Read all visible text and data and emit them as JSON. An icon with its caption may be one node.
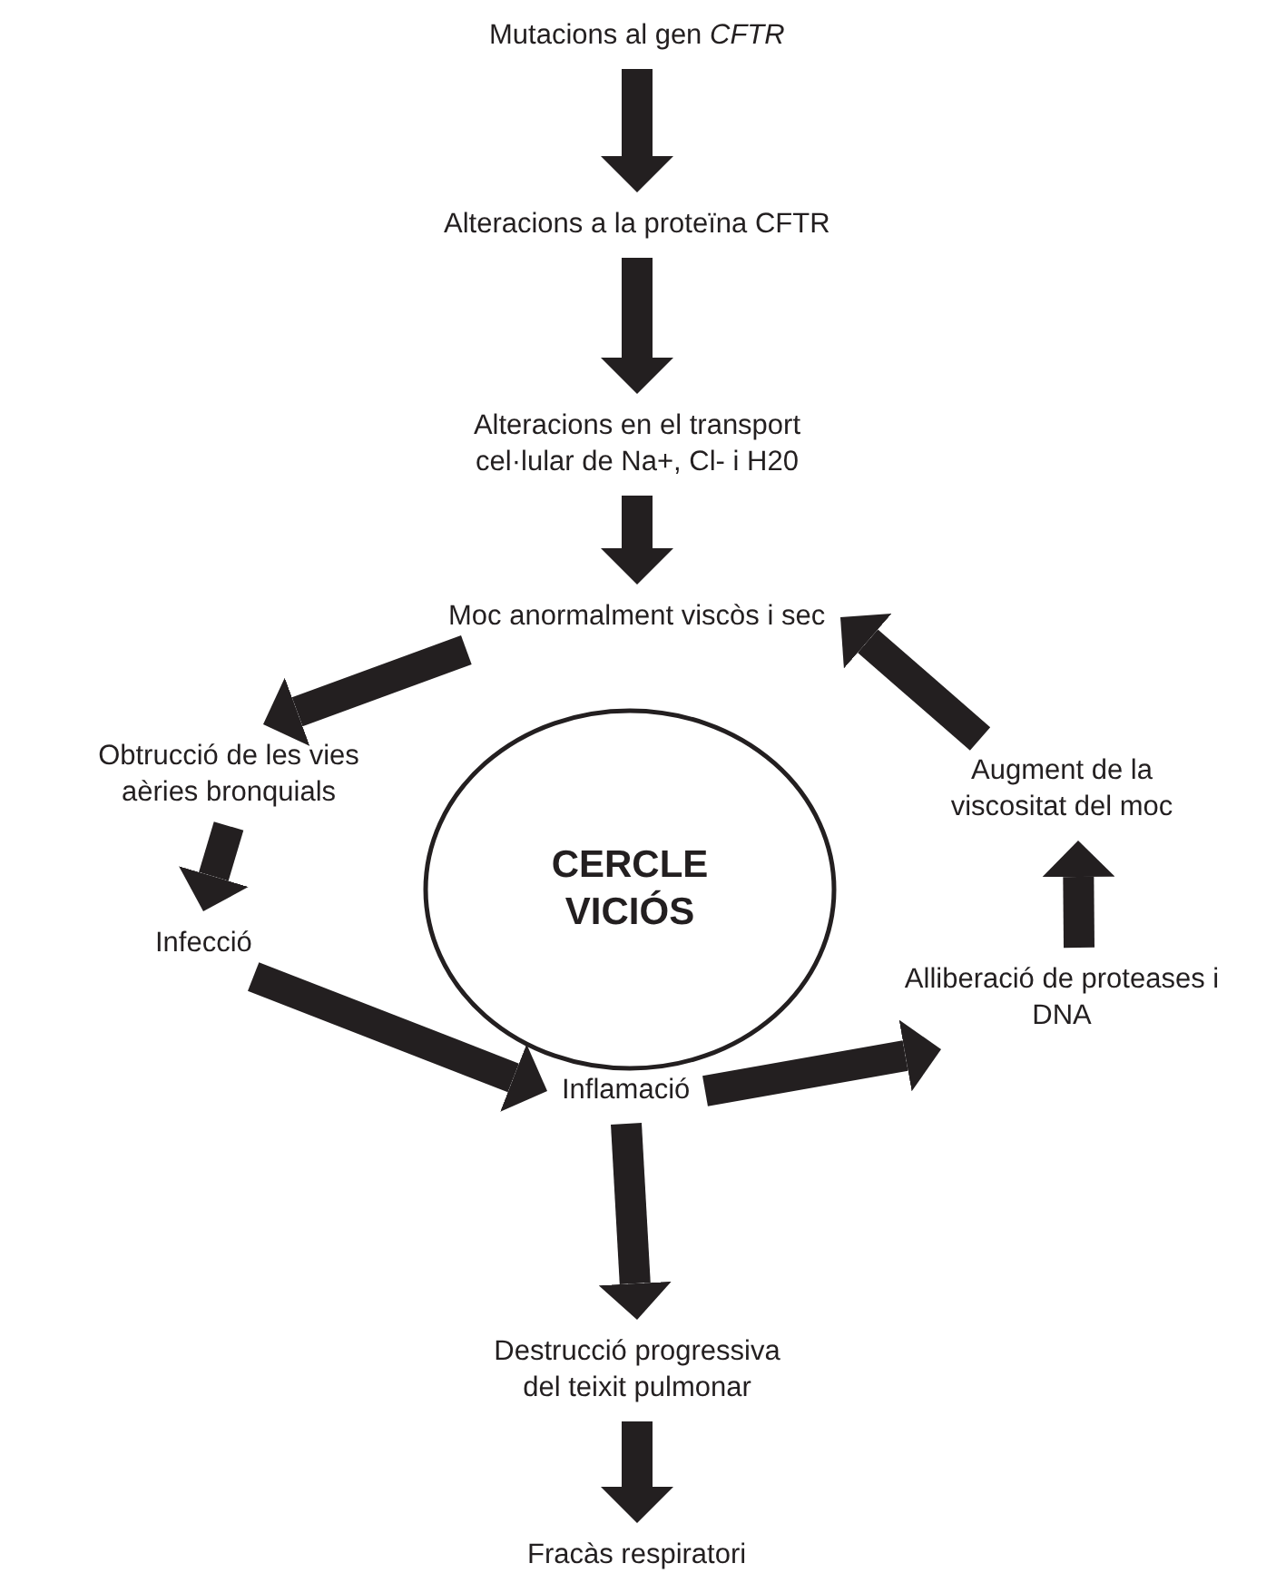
{
  "diagram": {
    "nodes": [
      {
        "text": [
          "Mutacions al gen *CFTR*"
        ]
      },
      {
        "text": [
          "Alteracions a la proteïna CFTR"
        ]
      },
      {
        "text": [
          "Alteracions en el transport cel·lular de Na+, Cl- i H20"
        ]
      },
      {
        "text": [
          "Moc anormalment viscòs i sec"
        ]
      },
      {
        "text": [
          "Obtrucció de les vies aèries bronquials"
        ]
      },
      {
        "text": [
          "Infecció"
        ]
      },
      {
        "text": [
          "Inflamació"
        ]
      },
      {
        "text": [
          "Alliberació de proteases i DNA"
        ]
      },
      {
        "text": [
          "Augment de la viscositat del moc"
        ]
      },
      {
        "text": [
          "CERCLE VICIÓS"
        ]
      },
      {
        "text": [
          "Destrucció progressiva del teixit pulmonar"
        ]
      },
      {
        "text": [
          "Fracàs respiratori"
        ]
      }
    ],
    "edges": [
      {
        "from": 0,
        "to": 1,
        "arrow": "to"
      },
      {
        "from": 1,
        "to": 2,
        "arrow": "to"
      },
      {
        "from": 2,
        "to": 3,
        "arrow": "to"
      },
      {
        "from": 3,
        "to": 4,
        "arrow": "to"
      },
      {
        "from": 4,
        "to": 5,
        "arrow": "to"
      },
      {
        "from": 5,
        "to": 6,
        "arrow": "to"
      },
      {
        "from": 6,
        "to": 7,
        "arrow": "to"
      },
      {
        "from": 7,
        "to": 8,
        "arrow": "to"
      },
      {
        "from": 8,
        "to": 3,
        "arrow": "to"
      },
      {
        "from": 6,
        "to": 10,
        "arrow": "to"
      },
      {
        "from": 10,
        "to": 11,
        "arrow": "to"
      }
    ]
  }
}
